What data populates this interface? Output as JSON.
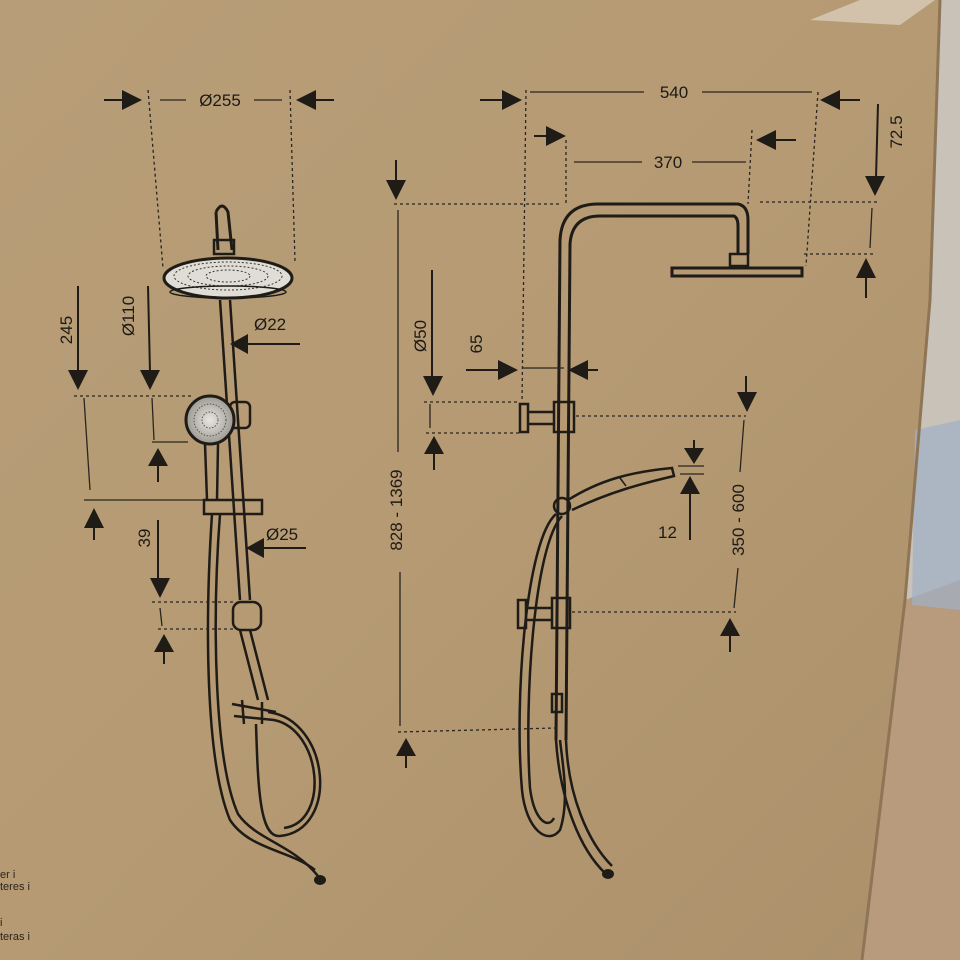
{
  "left_drawing": {
    "dims": {
      "head_diameter": "Ø255",
      "handset_height": "245",
      "handset_diameter": "Ø110",
      "pipe_upper_diameter": "Ø22",
      "pipe_lower_diameter": "Ø25",
      "bracket_gap": "39"
    }
  },
  "right_drawing": {
    "dims": {
      "overall_width": "540",
      "arm_length": "370",
      "head_thickness": "72.5",
      "bracket_diameter": "Ø50",
      "wall_offset": "65",
      "total_height": "828 - 1369",
      "bracket_spacing": "350 - 600",
      "handset_thickness": "12"
    }
  },
  "edge_text": [
    "er i",
    "teres i",
    "i",
    "teras i"
  ],
  "colors": {
    "cardboard": "#b59a74",
    "ink": "#1f1b17"
  }
}
